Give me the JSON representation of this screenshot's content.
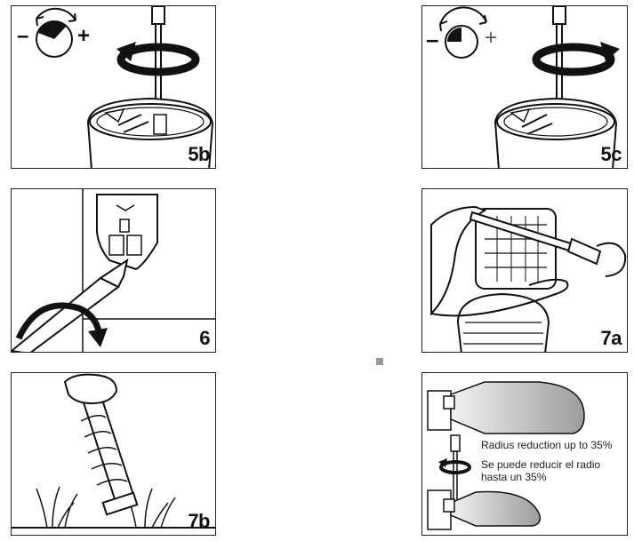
{
  "panels": {
    "p5b": {
      "step": "5b"
    },
    "p5c": {
      "step": "5c"
    },
    "p6": {
      "step": "6"
    },
    "p7a": {
      "step": "7a"
    },
    "p7b": {
      "step": "7b"
    },
    "radius": {
      "note_en": "Radius reduction up to 35%",
      "note_es_line1": "Se puede reducir el radio",
      "note_es_line2": "hasta un 35%"
    }
  },
  "symbols": {
    "minus": "–",
    "plus": "+",
    "minus_icon": "minus-icon",
    "plus_icon": "plus-icon",
    "rotate_icon": "rotate-arrow-icon",
    "screwdriver_icon": "screwdriver-icon"
  },
  "colors": {
    "ink": "#111111",
    "accent_dot": "#9a9a9a",
    "spray": "#c8c8c8"
  }
}
